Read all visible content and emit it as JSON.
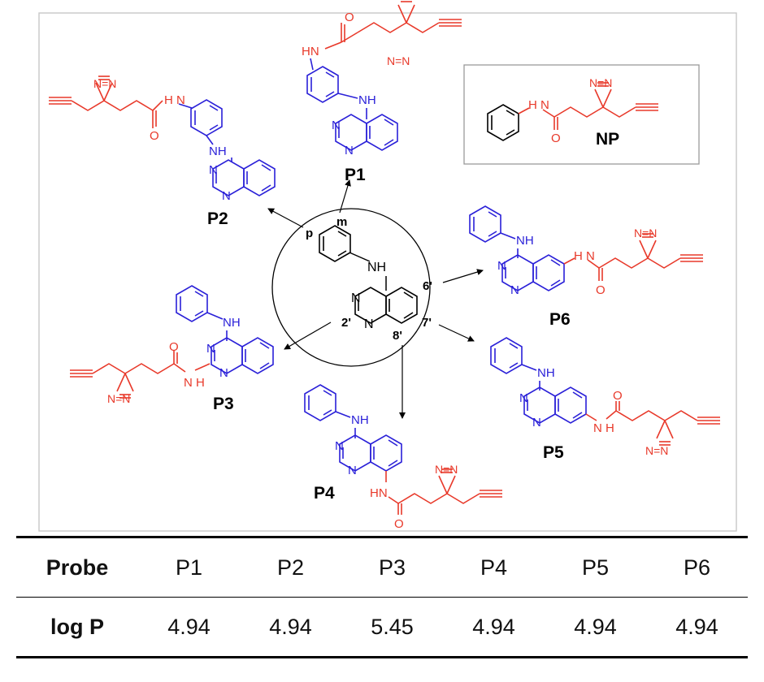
{
  "colors": {
    "probe_moiety": "#e8392a",
    "scaffold": "#2a20d8",
    "core": "#000000",
    "frame": "#c8c8c8"
  },
  "center": {
    "nh": "NH",
    "n": "N",
    "pos_m": "m",
    "pos_p": "p",
    "pos_6": "6'",
    "pos_7": "7'",
    "pos_2": "2'",
    "pos_8": "8'"
  },
  "probes": {
    "p1": {
      "name": "P1",
      "amide_nh": "HN",
      "amide_o": "O",
      "diazirine": "N=N",
      "aniline_nh": "NH",
      "n1": "N",
      "n2": "N"
    },
    "p2": {
      "name": "P2",
      "amide_nh": "H N",
      "amide_o": "O",
      "diazirine": "N=N",
      "aniline_nh": "NH",
      "n1": "N",
      "n2": "N"
    },
    "p3": {
      "name": "P3",
      "amide_nh": "N H",
      "amide_o": "O",
      "diazirine": "N=N",
      "aniline_nh": "NH",
      "n1": "N",
      "n2": "N"
    },
    "p4": {
      "name": "P4",
      "amide_nh": "HN",
      "amide_o": "O",
      "diazirine": "N=N",
      "aniline_nh": "NH",
      "n1": "N",
      "n2": "N"
    },
    "p5": {
      "name": "P5",
      "amide_nh": "N H",
      "amide_o": "O",
      "diazirine": "N=N",
      "aniline_nh": "NH",
      "n1": "N",
      "n2": "N"
    },
    "p6": {
      "name": "P6",
      "amide_nh": "H N",
      "amide_o": "O",
      "diazirine": "N=N",
      "aniline_nh": "NH",
      "n1": "N",
      "n2": "N"
    },
    "np": {
      "name": "NP",
      "amide_nh": "H N",
      "amide_o": "O",
      "diazirine": "N=N"
    }
  },
  "table": {
    "header_label": "Probe",
    "probes": [
      "P1",
      "P2",
      "P3",
      "P4",
      "P5",
      "P6"
    ],
    "value_label": "log P",
    "values": [
      "4.94",
      "4.94",
      "5.45",
      "4.94",
      "4.94",
      "4.94"
    ]
  }
}
